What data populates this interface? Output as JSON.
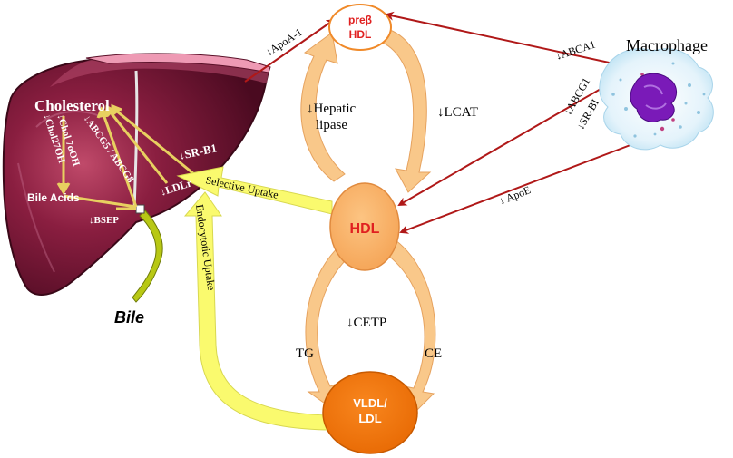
{
  "liver": {
    "cholesterol": "Cholesterol",
    "chol7": "↓Chol 7αOH",
    "chol27": "↓Chol27OH",
    "bile_acids": "Bile Acids",
    "abcg": "↓ABCG5 / ABCG8",
    "bsep": "↓BSEP",
    "sr_b1": "↓SR-B1",
    "ldlr": "↓LDLr"
  },
  "bile_label": "Bile",
  "nodes": {
    "preb_line1": "preβ",
    "preb_line2": "HDL",
    "hdl": "HDL",
    "vldl_line1": "VLDL/",
    "vldl_line2": "LDL",
    "macrophage": "Macrophage"
  },
  "arrows": {
    "apoa1": "↓ApoA-1",
    "hepatic_lipase_1": "↓Hepatic",
    "hepatic_lipase_2": "lipase",
    "lcat": "↓LCAT",
    "abca1": "↓ABCA1",
    "abcg1": "↓ABCG1",
    "srbi": "↓SR-BI",
    "apoe": "↓ ApoE",
    "selective_uptake": "Selective  Uptake",
    "endocytotic_uptake": "Endocytotic  Uptake",
    "cetp": "↓CETP",
    "tg": "TG",
    "ce": "CE"
  },
  "colors": {
    "liver": "#7a1a3a",
    "liver_dark": "#4a0a20",
    "orange_arrow": "#f9c88a",
    "hdl_fill": "#fbb469",
    "vldl_fill": "#f37a0e",
    "red_arrow": "#b01818",
    "yellow_arrow": "#fafa6e",
    "bile_duct": "#b8c814",
    "macrophage_nucleus": "#7a1ab8"
  }
}
